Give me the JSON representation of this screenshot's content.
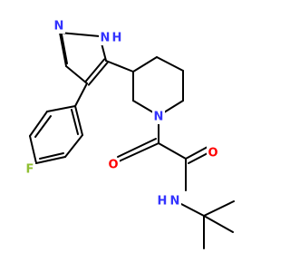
{
  "molecule": {
    "atoms": {
      "pyrazole_n": {
        "text": "N",
        "color": "#3333ff"
      },
      "pyrazole_nh": {
        "text": "N",
        "color": "#3333ff"
      },
      "pyrazole_h": {
        "text": "H",
        "color": "#3333ff"
      },
      "piperidine_n": {
        "text": "N",
        "color": "#3333ff"
      },
      "ketone_o": {
        "text": "O",
        "color": "#ff0000"
      },
      "amide_o": {
        "text": "O",
        "color": "#ff0000"
      },
      "amide_n": {
        "text": "N",
        "color": "#3333ff"
      },
      "amide_h": {
        "text": "H",
        "color": "#3333ff"
      },
      "fluorine": {
        "text": "F",
        "color": "#8fbf32"
      }
    },
    "bond_color": "#000000"
  }
}
